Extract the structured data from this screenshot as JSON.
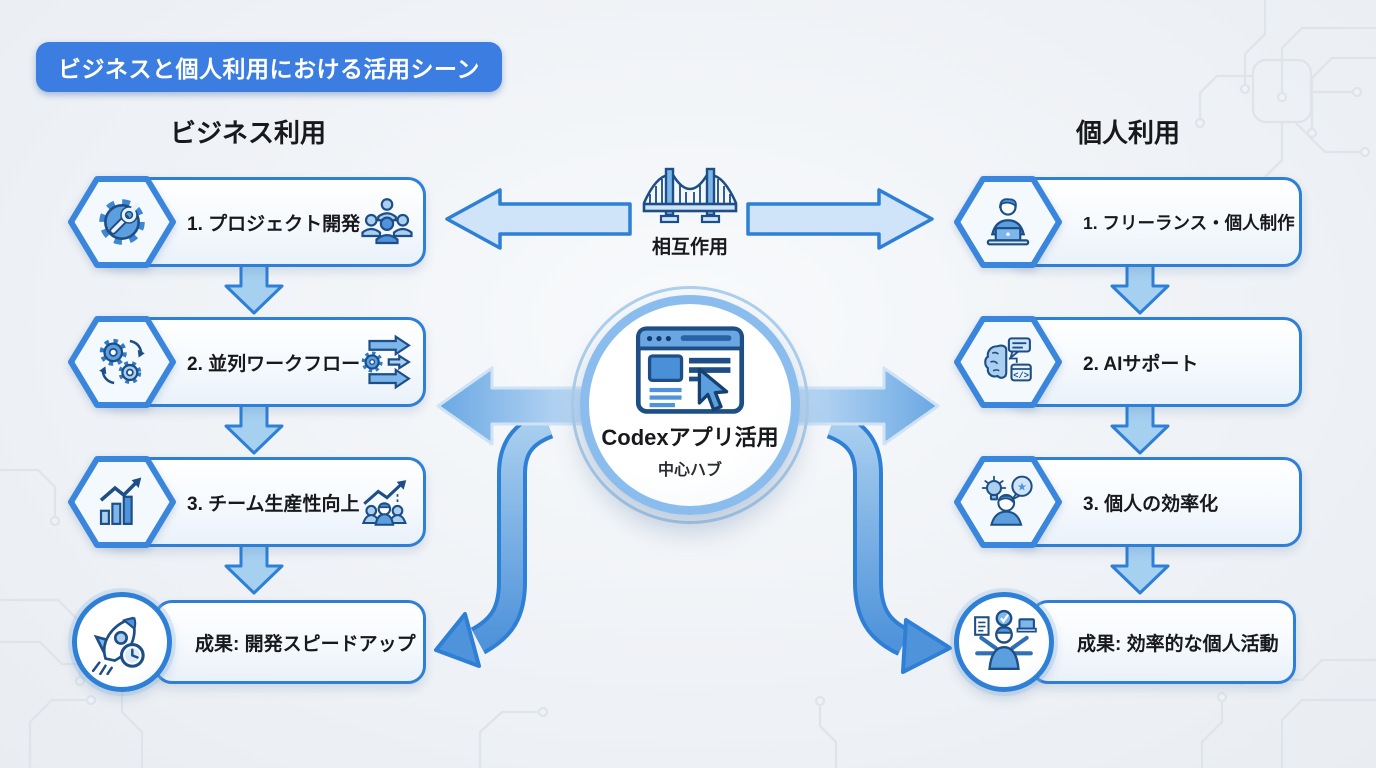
{
  "title": "ビジネスと個人利用における活用シーン",
  "left_column": {
    "header": "ビジネス利用",
    "items": [
      {
        "label": "1. プロジェクト開発",
        "badge_icon": "gear-wrench-icon",
        "side_icon": "team-icon"
      },
      {
        "label": "2. 並列ワークフロー",
        "badge_icon": "gears-sync-icon",
        "side_icon": "parallel-flow-icon"
      },
      {
        "label": "3. チーム生産性向上",
        "badge_icon": "growth-chart-icon",
        "side_icon": "team-growth-icon"
      },
      {
        "label": "成果: 開発スピードアップ",
        "badge_icon": "rocket-clock-icon"
      }
    ]
  },
  "right_column": {
    "header": "個人利用",
    "items": [
      {
        "label": "1. フリーランス・個人制作",
        "badge_icon": "person-laptop-icon"
      },
      {
        "label": "2. AIサポート",
        "badge_icon": "brain-chat-code-icon"
      },
      {
        "label": "3. 個人の効率化",
        "badge_icon": "person-idea-icon"
      },
      {
        "label": "成果: 効率的な個人活動",
        "badge_icon": "multitask-person-icon"
      }
    ]
  },
  "center_hub": {
    "title": "Codexアプリ活用",
    "subtitle": "中心ハブ",
    "icon": "browser-cursor-icon"
  },
  "interaction": {
    "label": "相互作用",
    "icon": "bridge-icon"
  },
  "colors": {
    "accent_blue": "#2e7fd6",
    "badge_blue": "#3c7de2",
    "arrow_fill": "#a6d0f0",
    "light_arrow_fill": "#cfe4f9",
    "icon_dark": "#1d4e86",
    "background": "#eff2f6",
    "text": "#17191c"
  }
}
